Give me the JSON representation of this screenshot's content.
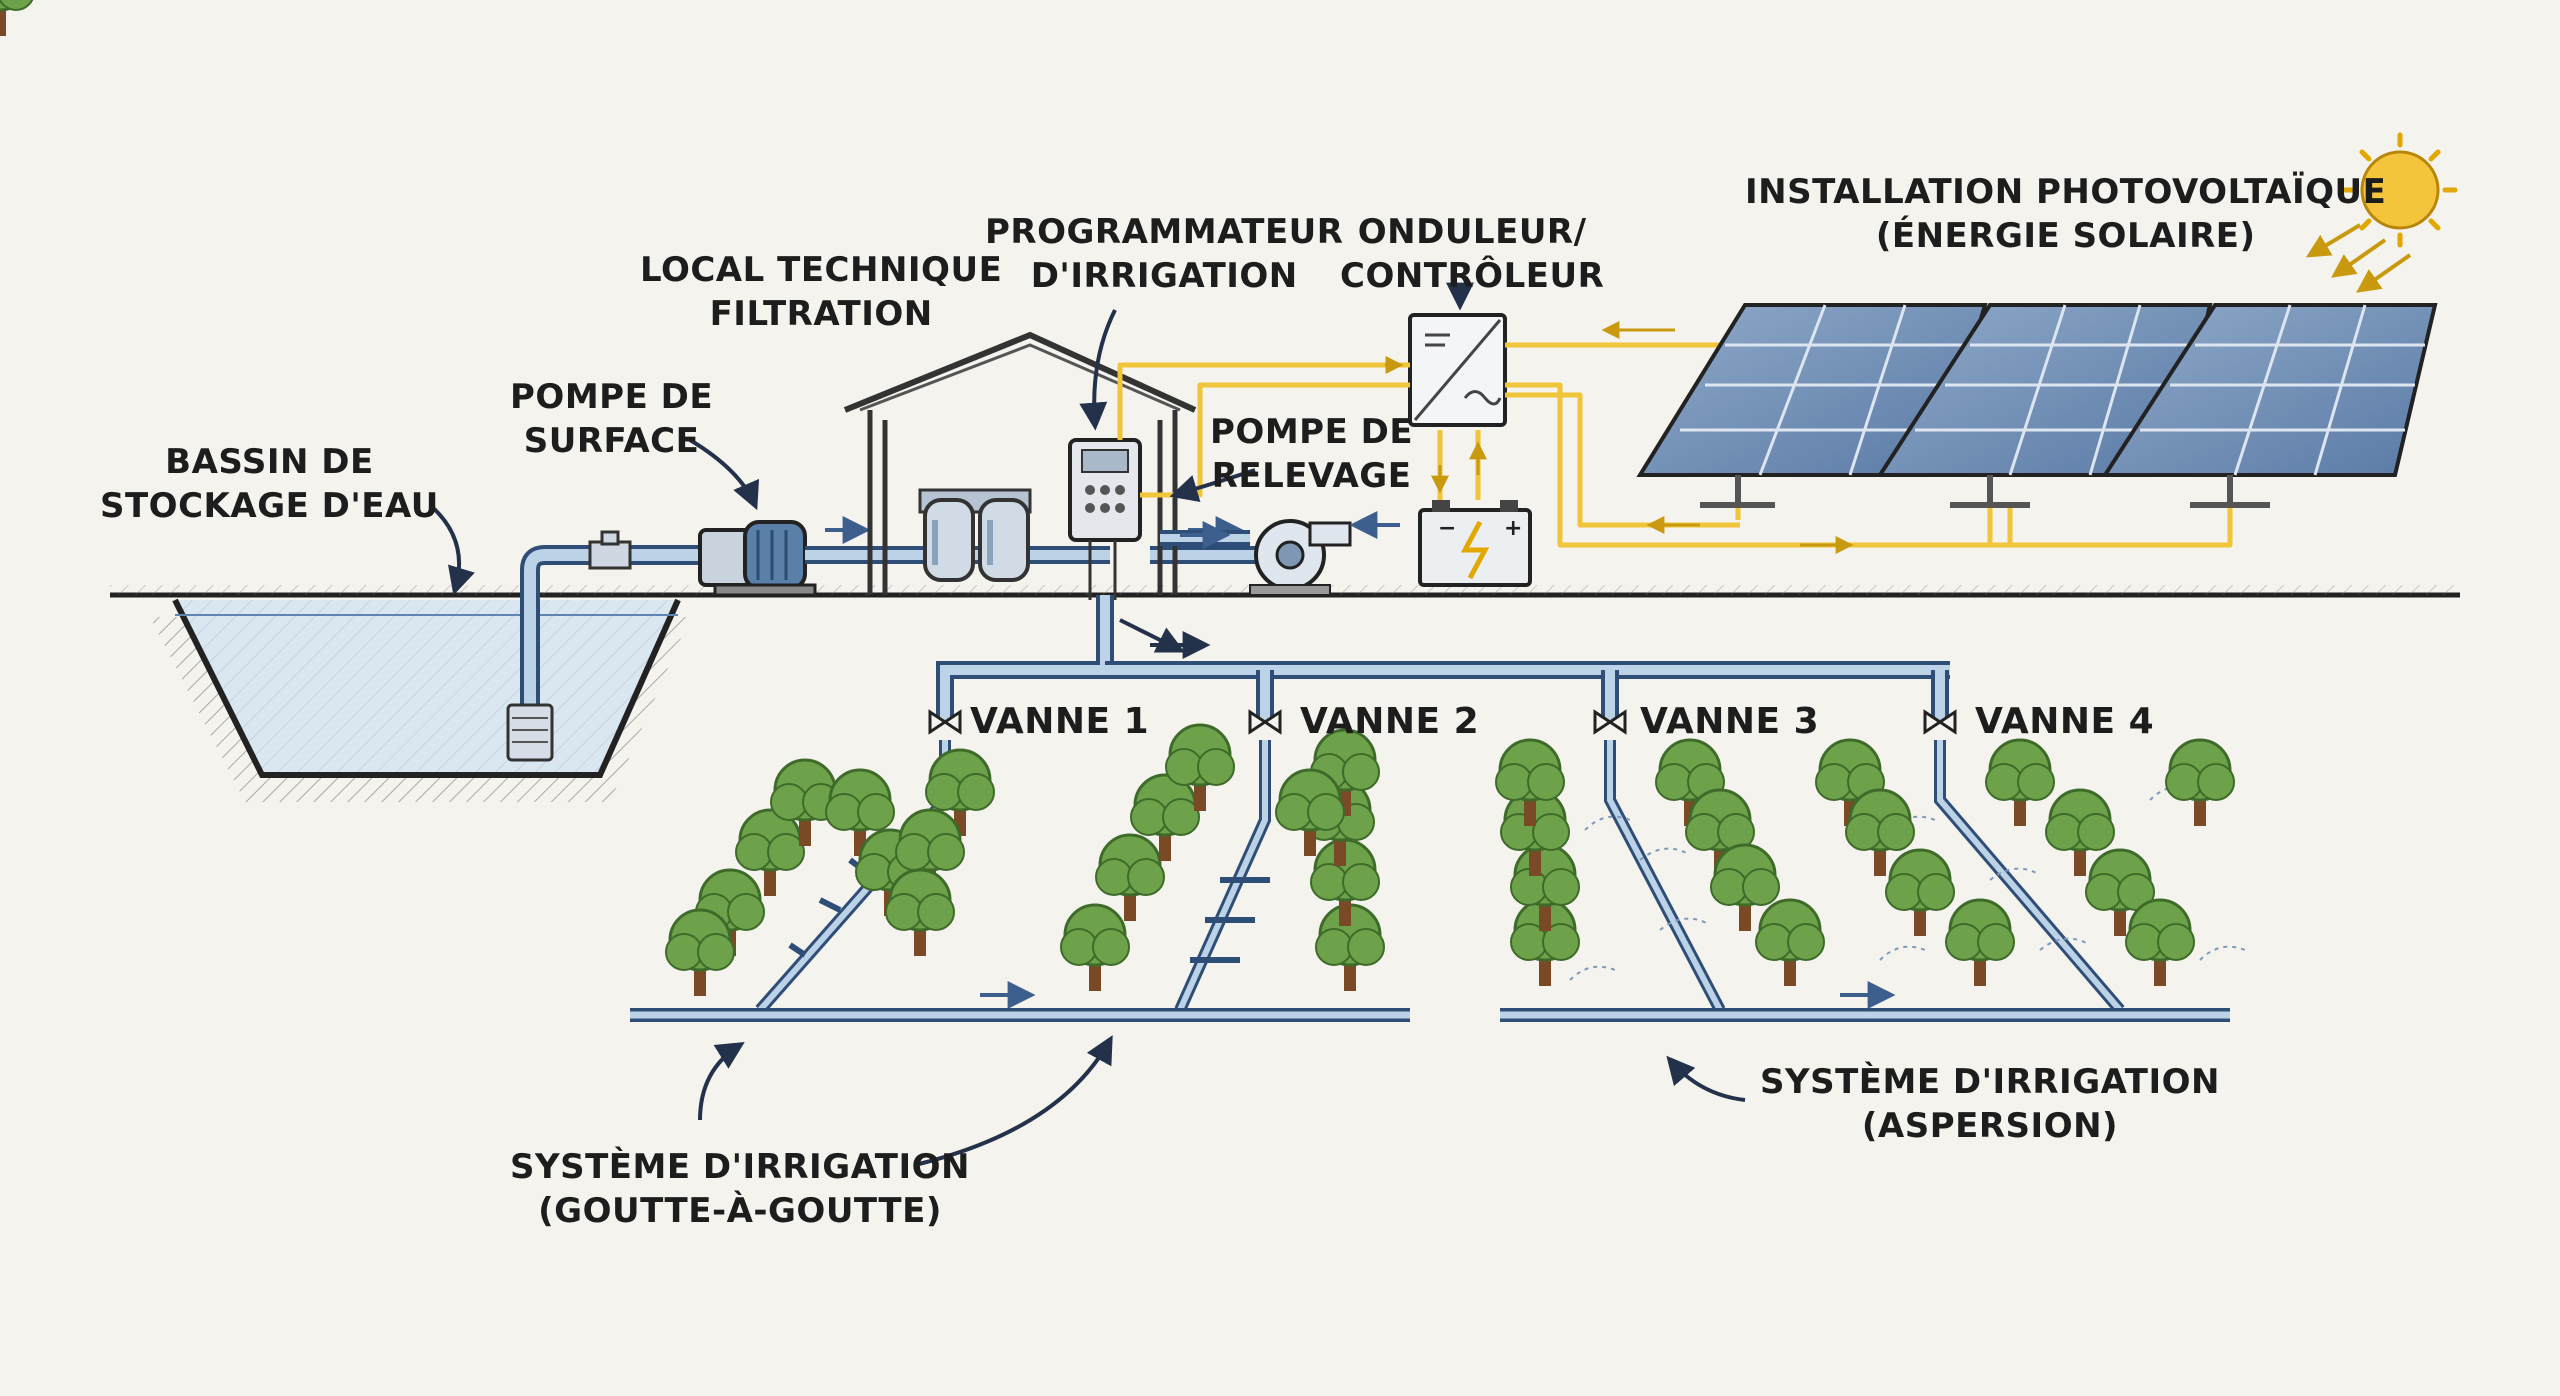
{
  "labels": {
    "bassin": [
      "BASSIN DE",
      "STOCKAGE D'EAU"
    ],
    "pompe_surface": [
      "POMPE DE",
      "SURFACE"
    ],
    "local_technique": [
      "LOCAL TECHNIQUE",
      "FILTRATION"
    ],
    "programmateur": [
      "PROGRAMMATEUR",
      "D'IRRIGATION"
    ],
    "onduleur": [
      "ONDULEUR/",
      "CONTRÔLEUR"
    ],
    "pompe_relevage": [
      "POMPE DE",
      "RELEVAGE"
    ],
    "photovoltaique": [
      "INSTALLATION PHOTOVOLTAÏQUE",
      "(ÉNERGIE SOLAIRE)"
    ],
    "goutte": [
      "SYSTÈME D'IRRIGATION",
      "(GOUTTE-À-GOUTTE)"
    ],
    "aspersion": [
      "SYSTÈME D'IRRIGATION",
      "(ASPERSION)"
    ]
  },
  "valves": [
    "VANNE 1",
    "VANNE 2",
    "VANNE 3",
    "VANNE 4"
  ],
  "colors": {
    "water": "#4a73a3",
    "water_fill": "#dbe7f0",
    "electric": "#f0c53a",
    "outline": "#222222",
    "tree": "#6ea24a",
    "trunk": "#7a4a26",
    "panel": "#6f8fb8",
    "sun": "#f4c43a"
  },
  "icons": [
    "sun-icon",
    "battery-icon",
    "inverter-icon",
    "filter-icon",
    "pump-icon",
    "valve-icon",
    "tree-icon",
    "solar-panel-icon",
    "arrow-icon"
  ]
}
